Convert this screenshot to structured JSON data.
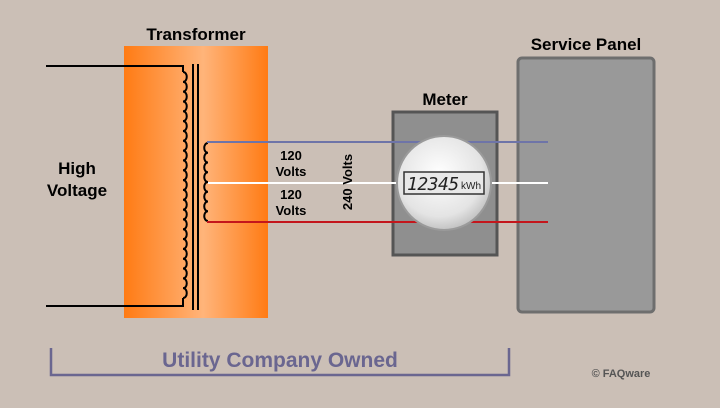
{
  "labels": {
    "transformer": "Transformer",
    "high_voltage_line1": "High",
    "high_voltage_line2": "Voltage",
    "v120_top_line1": "120",
    "v120_top_line2": "Volts",
    "v120_bottom_line1": "120",
    "v120_bottom_line2": "Volts",
    "v240": "240 Volts",
    "meter": "Meter",
    "meter_reading": "12345",
    "meter_unit": "kWh",
    "service_panel": "Service Panel",
    "utility_owned": "Utility Company Owned",
    "copyright": "© FAQware"
  },
  "colors": {
    "background": "#cbbfb6",
    "transformer_edge": "#ff7b14",
    "transformer_center": "#ffb47a",
    "wire_top": "#6e74a8",
    "wire_neutral": "#ffffff",
    "wire_bottom": "#c4161c",
    "meter_box": "#8f8f8f",
    "panel": "#999999",
    "bracket": "#6a6690"
  }
}
